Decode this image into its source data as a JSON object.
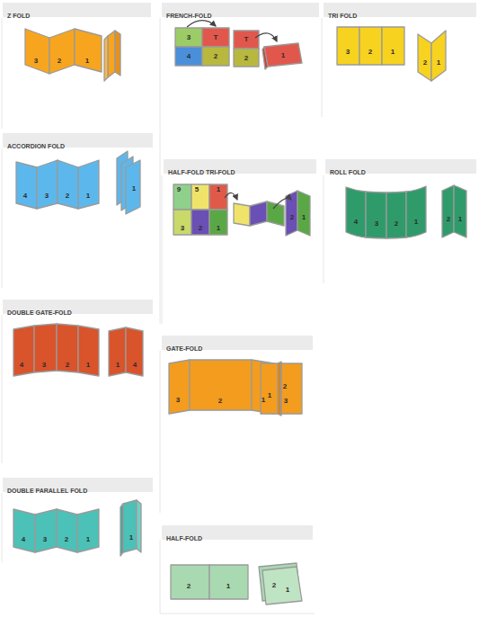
{
  "diagram": {
    "nodes": [
      {
        "text": [
          "Z FOLD"
        ]
      },
      {
        "text": [
          "FRENCH-FOLD"
        ]
      },
      {
        "text": [
          "TRI FOLD"
        ]
      },
      {
        "text": [
          "ACCORDION FOLD"
        ]
      },
      {
        "text": [
          "HALF-FOLD TRI-FOLD"
        ]
      },
      {
        "text": [
          "ROLL FOLD"
        ]
      },
      {
        "text": [
          "DOUBLE GATE-FOLD"
        ]
      },
      {
        "text": [
          "GATE-FOLD"
        ]
      },
      {
        "text": [
          "DOUBLE PARALLEL FOLD"
        ]
      },
      {
        "text": [
          "HALF-FOLD"
        ]
      }
    ],
    "labels": [
      "3",
      "2",
      "1",
      "3",
      "T",
      "4",
      "2",
      "T",
      "2",
      "1",
      "3",
      "2",
      "1",
      "2",
      "1",
      "4",
      "3",
      "2",
      "1",
      "1",
      "9",
      "5",
      "1",
      "3",
      "2",
      "1",
      "2",
      "1",
      "4",
      "3",
      "2",
      "1",
      "2",
      "1",
      "4",
      "3",
      "2",
      "1",
      "1",
      "4",
      "3",
      "2",
      "1",
      "1",
      "2",
      "3",
      "4",
      "3",
      "2",
      "1",
      "1",
      "2",
      "1",
      "2",
      "1"
    ]
  }
}
